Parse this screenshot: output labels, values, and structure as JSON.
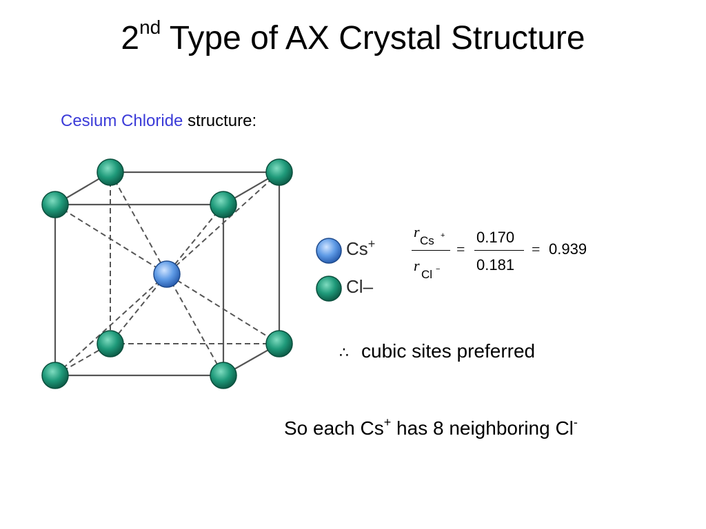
{
  "title": {
    "main": "2",
    "sup": "nd",
    "rest": " Type of AX Crystal Structure"
  },
  "subtitle": {
    "highlight": "Cesium Chloride",
    "rest": " structure:"
  },
  "legend": [
    {
      "label": "Cs",
      "charge": "+",
      "color": "#3b82d6"
    },
    {
      "label": "Cl",
      "charge": "–",
      "color": "#1f9a7a"
    }
  ],
  "formula": {
    "r_symbol": "r",
    "num_sub": "Cs",
    "num_sup": "+",
    "den_sub": "Cl",
    "den_sup": "−",
    "eq1": "=",
    "num_value": "0.170",
    "den_value": "0.181",
    "eq2": "=",
    "result": "0.939"
  },
  "conclusion": {
    "symbol": "∴",
    "text": "cubic sites preferred"
  },
  "neighbors": {
    "prefix": "So each Cs",
    "sup1": "+",
    "middle": " has 8 neighboring Cl",
    "sup2": "-"
  },
  "colors": {
    "cl_atom": "#1f9a7a",
    "cs_atom": "#3b82d6",
    "subtitle_highlight": "#3b3bd8"
  }
}
